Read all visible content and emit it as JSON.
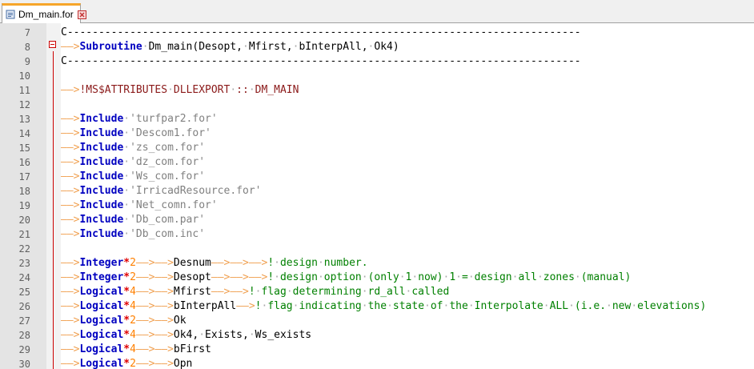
{
  "tab": {
    "title": "Dm_main.for",
    "active_color": "#f6a52a"
  },
  "colors": {
    "keyword": "#0000c0",
    "string": "#808080",
    "comment": "#008000",
    "number": "#ff8000",
    "directive": "#8b1a1a",
    "tab_arrow": "#f0a050",
    "fold_marker": "#cc0000"
  },
  "editor": {
    "lines": [
      {
        "n": "7",
        "tokens": [
          [
            "t",
            "C----------------------------------------------------------------------------------"
          ]
        ]
      },
      {
        "n": "8",
        "tokens": [
          [
            "a",
            "——>"
          ],
          [
            "kw",
            "Subroutine"
          ],
          [
            "d",
            "·"
          ],
          [
            "t",
            "Dm_main(Desopt,"
          ],
          [
            "d",
            "·"
          ],
          [
            "t",
            "Mfirst,"
          ],
          [
            "d",
            "·"
          ],
          [
            "t",
            "bInterpAll,"
          ],
          [
            "d",
            "·"
          ],
          [
            "t",
            "Ok4)"
          ]
        ]
      },
      {
        "n": "9",
        "tokens": [
          [
            "t",
            "C----------------------------------------------------------------------------------"
          ]
        ]
      },
      {
        "n": "10",
        "tokens": []
      },
      {
        "n": "11",
        "tokens": [
          [
            "a",
            "——>"
          ],
          [
            "dir",
            "!MS$ATTRIBUTES"
          ],
          [
            "d",
            "·"
          ],
          [
            "dir",
            "DLLEXPORT"
          ],
          [
            "d",
            "·"
          ],
          [
            "dir",
            "::"
          ],
          [
            "d",
            "·"
          ],
          [
            "dir",
            "DM_MAIN"
          ]
        ]
      },
      {
        "n": "12",
        "tokens": []
      },
      {
        "n": "13",
        "tokens": [
          [
            "a",
            "——>"
          ],
          [
            "kw",
            "Include"
          ],
          [
            "d",
            "·"
          ],
          [
            "str",
            "'turfpar2.for'"
          ]
        ]
      },
      {
        "n": "14",
        "tokens": [
          [
            "a",
            "——>"
          ],
          [
            "kw",
            "Include"
          ],
          [
            "d",
            "·"
          ],
          [
            "str",
            "'Descom1.for'"
          ]
        ]
      },
      {
        "n": "15",
        "tokens": [
          [
            "a",
            "——>"
          ],
          [
            "kw",
            "Include"
          ],
          [
            "d",
            "·"
          ],
          [
            "str",
            "'zs_com.for'"
          ]
        ]
      },
      {
        "n": "16",
        "tokens": [
          [
            "a",
            "——>"
          ],
          [
            "kw",
            "Include"
          ],
          [
            "d",
            "·"
          ],
          [
            "str",
            "'dz_com.for'"
          ]
        ]
      },
      {
        "n": "17",
        "tokens": [
          [
            "a",
            "——>"
          ],
          [
            "kw",
            "Include"
          ],
          [
            "d",
            "·"
          ],
          [
            "str",
            "'Ws_com.for'"
          ]
        ]
      },
      {
        "n": "18",
        "tokens": [
          [
            "a",
            "——>"
          ],
          [
            "kw",
            "Include"
          ],
          [
            "d",
            "·"
          ],
          [
            "str",
            "'IrricadResource.for'"
          ]
        ]
      },
      {
        "n": "19",
        "tokens": [
          [
            "a",
            "——>"
          ],
          [
            "kw",
            "Include"
          ],
          [
            "d",
            "·"
          ],
          [
            "str",
            "'Net_comn.for'"
          ]
        ]
      },
      {
        "n": "20",
        "tokens": [
          [
            "a",
            "——>"
          ],
          [
            "kw",
            "Include"
          ],
          [
            "d",
            "·"
          ],
          [
            "str",
            "'Db_com.par'"
          ]
        ]
      },
      {
        "n": "21",
        "tokens": [
          [
            "a",
            "——>"
          ],
          [
            "kw",
            "Include"
          ],
          [
            "d",
            "·"
          ],
          [
            "str",
            "'Db_com.inc'"
          ]
        ]
      },
      {
        "n": "22",
        "tokens": []
      },
      {
        "n": "23",
        "tokens": [
          [
            "a",
            "——>"
          ],
          [
            "kw",
            "Integer"
          ],
          [
            "op",
            "*"
          ],
          [
            "num",
            "2"
          ],
          [
            "a",
            "——>"
          ],
          [
            "a",
            "——>"
          ],
          [
            "t",
            "Desnum"
          ],
          [
            "a",
            "——>"
          ],
          [
            "a",
            "——>"
          ],
          [
            "a",
            "——>"
          ],
          [
            "cmt",
            "!"
          ],
          [
            "d",
            "·"
          ],
          [
            "cmt",
            "design"
          ],
          [
            "d",
            "·"
          ],
          [
            "cmt",
            "number."
          ]
        ]
      },
      {
        "n": "24",
        "tokens": [
          [
            "a",
            "——>"
          ],
          [
            "kw",
            "Integer"
          ],
          [
            "op",
            "*"
          ],
          [
            "num",
            "2"
          ],
          [
            "a",
            "——>"
          ],
          [
            "a",
            "——>"
          ],
          [
            "t",
            "Desopt"
          ],
          [
            "a",
            "——>"
          ],
          [
            "a",
            "——>"
          ],
          [
            "a",
            "——>"
          ],
          [
            "cmt",
            "!"
          ],
          [
            "d",
            "·"
          ],
          [
            "cmt",
            "design"
          ],
          [
            "d",
            "·"
          ],
          [
            "cmt",
            "option"
          ],
          [
            "d",
            "·"
          ],
          [
            "cmt",
            "(only"
          ],
          [
            "d",
            "·"
          ],
          [
            "cmt",
            "1"
          ],
          [
            "d",
            "·"
          ],
          [
            "cmt",
            "now)"
          ],
          [
            "d",
            "·"
          ],
          [
            "cmt",
            "1"
          ],
          [
            "d",
            "·"
          ],
          [
            "cmt",
            "="
          ],
          [
            "d",
            "·"
          ],
          [
            "cmt",
            "design"
          ],
          [
            "d",
            "·"
          ],
          [
            "cmt",
            "all"
          ],
          [
            "d",
            "·"
          ],
          [
            "cmt",
            "zones"
          ],
          [
            "d",
            "·"
          ],
          [
            "cmt",
            "(manual)"
          ]
        ]
      },
      {
        "n": "25",
        "tokens": [
          [
            "a",
            "——>"
          ],
          [
            "kw",
            "Logical"
          ],
          [
            "op",
            "*"
          ],
          [
            "num",
            "4"
          ],
          [
            "a",
            "——>"
          ],
          [
            "a",
            "——>"
          ],
          [
            "t",
            "Mfirst"
          ],
          [
            "a",
            "——>"
          ],
          [
            "a",
            "——>"
          ],
          [
            "cmt",
            "!"
          ],
          [
            "d",
            "·"
          ],
          [
            "cmt",
            "flag"
          ],
          [
            "d",
            "·"
          ],
          [
            "cmt",
            "determining"
          ],
          [
            "d",
            "·"
          ],
          [
            "cmt",
            "rd_all"
          ],
          [
            "d",
            "·"
          ],
          [
            "cmt",
            "called"
          ]
        ]
      },
      {
        "n": "26",
        "tokens": [
          [
            "a",
            "——>"
          ],
          [
            "kw",
            "Logical"
          ],
          [
            "op",
            "*"
          ],
          [
            "num",
            "4"
          ],
          [
            "a",
            "——>"
          ],
          [
            "a",
            "——>"
          ],
          [
            "t",
            "bInterpAll"
          ],
          [
            "a",
            "——>"
          ],
          [
            "cmt",
            "!"
          ],
          [
            "d",
            "·"
          ],
          [
            "cmt",
            "flag"
          ],
          [
            "d",
            "·"
          ],
          [
            "cmt",
            "indicating"
          ],
          [
            "d",
            "·"
          ],
          [
            "cmt",
            "the"
          ],
          [
            "d",
            "·"
          ],
          [
            "cmt",
            "state"
          ],
          [
            "d",
            "·"
          ],
          [
            "cmt",
            "of"
          ],
          [
            "d",
            "·"
          ],
          [
            "cmt",
            "the"
          ],
          [
            "d",
            "·"
          ],
          [
            "cmt",
            "Interpolate"
          ],
          [
            "d",
            "·"
          ],
          [
            "cmt",
            "ALL"
          ],
          [
            "d",
            "·"
          ],
          [
            "cmt",
            "(i.e."
          ],
          [
            "d",
            "·"
          ],
          [
            "cmt",
            "new"
          ],
          [
            "d",
            "·"
          ],
          [
            "cmt",
            "elevations)"
          ]
        ]
      },
      {
        "n": "27",
        "tokens": [
          [
            "a",
            "——>"
          ],
          [
            "kw",
            "Logical"
          ],
          [
            "op",
            "*"
          ],
          [
            "num",
            "2"
          ],
          [
            "a",
            "——>"
          ],
          [
            "a",
            "——>"
          ],
          [
            "t",
            "Ok"
          ]
        ]
      },
      {
        "n": "28",
        "tokens": [
          [
            "a",
            "——>"
          ],
          [
            "kw",
            "Logical"
          ],
          [
            "op",
            "*"
          ],
          [
            "num",
            "4"
          ],
          [
            "a",
            "——>"
          ],
          [
            "a",
            "——>"
          ],
          [
            "t",
            "Ok4,"
          ],
          [
            "d",
            "·"
          ],
          [
            "t",
            "Exists,"
          ],
          [
            "d",
            "·"
          ],
          [
            "t",
            "Ws_exists"
          ]
        ]
      },
      {
        "n": "29",
        "tokens": [
          [
            "a",
            "——>"
          ],
          [
            "kw",
            "Logical"
          ],
          [
            "op",
            "*"
          ],
          [
            "num",
            "4"
          ],
          [
            "a",
            "——>"
          ],
          [
            "a",
            "——>"
          ],
          [
            "t",
            "bFirst"
          ]
        ]
      },
      {
        "n": "30",
        "tokens": [
          [
            "a",
            "——>"
          ],
          [
            "kw",
            "Logical"
          ],
          [
            "op",
            "*"
          ],
          [
            "num",
            "2"
          ],
          [
            "a",
            "——>"
          ],
          [
            "a",
            "——>"
          ],
          [
            "t",
            "Opn"
          ]
        ]
      }
    ]
  }
}
